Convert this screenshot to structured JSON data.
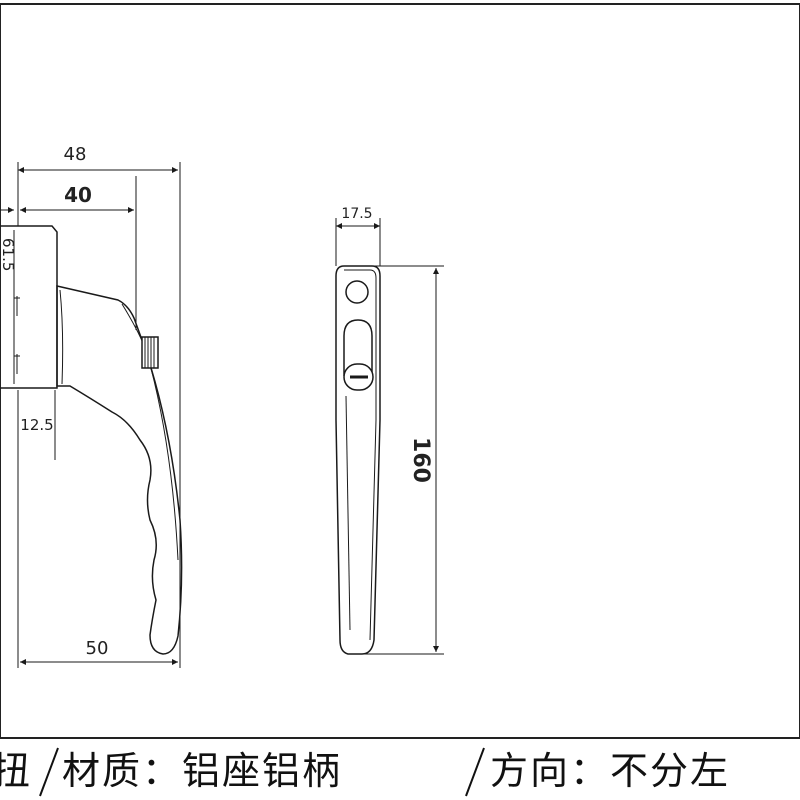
{
  "dimensions": {
    "total_width": "48",
    "base_width": "40",
    "base_height_partial": "61.5",
    "handle_offset": "12.5",
    "grip_length": "50",
    "plate_width": "17.5",
    "handle_length": "160"
  },
  "caption": {
    "part1": "扭",
    "part2": "材质：铝座铝柄",
    "part3": "方向：不分左"
  },
  "colors": {
    "line": "#1a1a1a",
    "fill": "#ffffff",
    "background": "#ffffff"
  }
}
